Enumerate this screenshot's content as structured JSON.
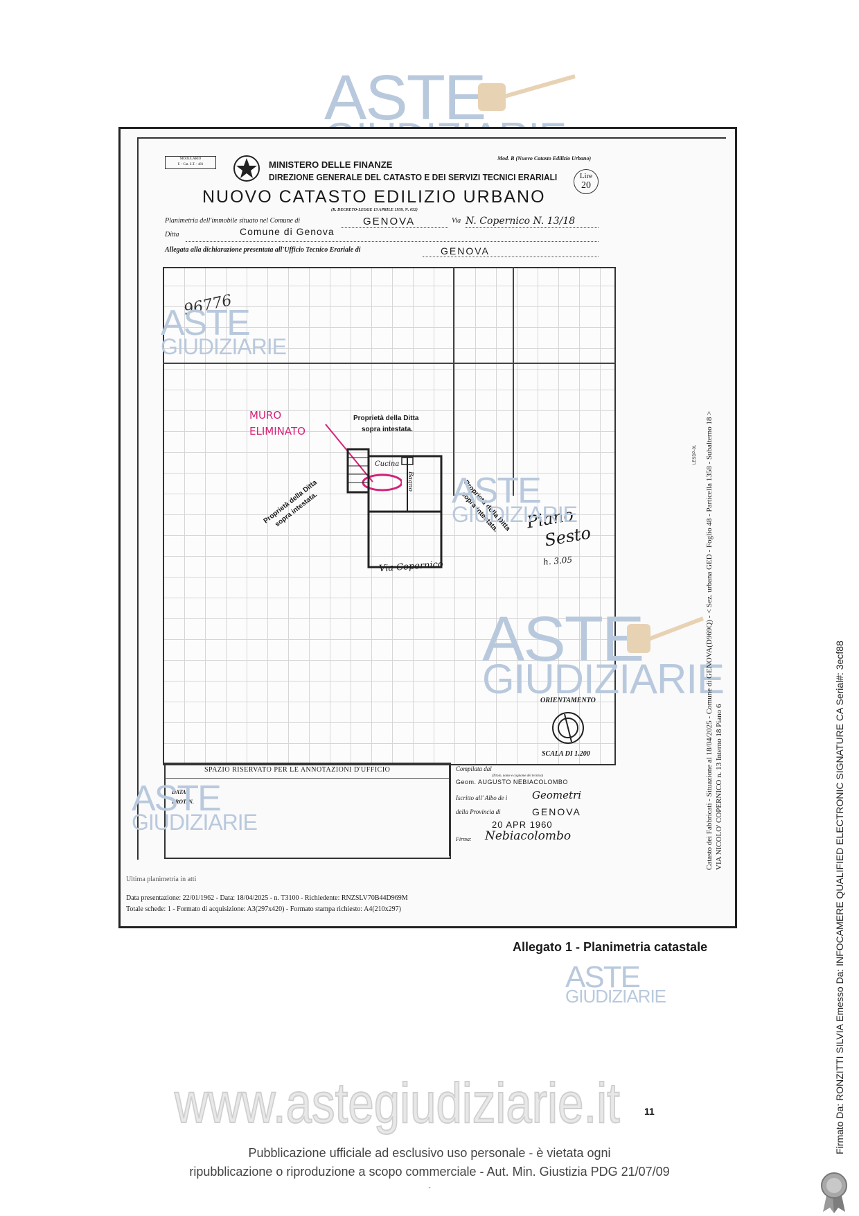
{
  "watermark": {
    "aste": "ASTE",
    "giudiziarie": "GIUDIZIARIE"
  },
  "form": {
    "modulario": "MODULARIO",
    "modulario_code": "F. - Cat. S.T. - 481",
    "ministero": "MINISTERO DELLE FINANZE",
    "direzione": "DIREZIONE GENERALE DEL CATASTO E DEI SERVIZI TECNICI ERARIALI",
    "mod": "Mod. B (Nuovo Catasto Edilizio Urbano)",
    "lire": "Lire",
    "lire_value": "20",
    "title": "NUOVO CATASTO EDILIZIO URBANO",
    "decreto": "(R. DECRETO-LEGGE 13 APRILE 1939, N. 652)",
    "planimetria_label": "Planimetria dell'immobile situato nel Comune di",
    "comune": "GENOVA",
    "via_label": "Via",
    "via_value": "N. Copernico N. 13/18",
    "ditta_label": "Ditta",
    "ditta_value": "Comune di Genova",
    "allegata_label": "Allegata alla dichiarazione presentata all'Ufficio Tecnico Erariale di",
    "allegata_value": "GENOVA"
  },
  "plan": {
    "number": "96776",
    "muro": "MURO",
    "eliminato": "ELIMINATO",
    "proprieta_top_1": "Proprietà della Ditta",
    "proprieta_top_2": "sopra intestata.",
    "proprieta_left_1": "Proprietà della Ditta",
    "proprieta_left_2": "sopra intestata.",
    "proprieta_right_1": "Proprietà della Ditta",
    "proprieta_right_2": "sopra intestata.",
    "room_1": "Cucina",
    "room_2": "Bagno",
    "piano": "Piano",
    "sesto": "Sesto",
    "altezza": "h. 3.05",
    "via": "Via Copernico",
    "orientamento": "ORIENTAMENTO",
    "scala": "SCALA DI 1.200"
  },
  "annotations": {
    "spazio": "SPAZIO RISERVATO PER LE ANNOTAZIONI D'UFFICIO",
    "data": "DATA",
    "prot": "PROT. N.",
    "compilata": "Compilata dal",
    "titolo": "(Titolo, nome e cognome del tecnico)",
    "geom": "Geom. AUGUSTO NEBIACOLOMBO",
    "iscritto": "Iscritto all' Albo de i",
    "geometri": "Geometri",
    "provincia": "della Provincia di",
    "provincia_value": "GENOVA",
    "data_value": "20 APR 1960",
    "firma": "Firma:",
    "firma_value": "Nebiacolombo"
  },
  "doc_footer": {
    "ultima": "Ultima planimetria in atti",
    "line1": "Data presentazione: 22/01/1962 - Data: 18/04/2025 - n. T3100 - Richiedente: RNZSLV70B44D969M",
    "line2": "Totale schede: 1 - Formato di acquisizione: A3(297x420) - Formato stampa richiesto: A4(210x297)"
  },
  "side_catasto": {
    "line1": "Catasto dei Fabbricati - Situazione al 18/04/2025 - Comune di GENOVA(D969Q) - < Sez. urbana GED - Foglio 48 - Particella 1358 - Subalterno 18 >",
    "line2": "VIA NICOLO' COPERNICO n. 13 Interno 18 Piano 6",
    "small": "LESDP-01"
  },
  "caption": "Allegato 1 - Planimetria catastale",
  "website": "www.astegiudiziarie.it",
  "page_number": "11",
  "footer_line1": "Pubblicazione ufficiale ad esclusivo uso personale - è vietata ogni",
  "footer_line2": "ripubblicazione o riproduzione a scopo commerciale - Aut. Min. Giustizia PDG 21/07/09",
  "footer_dash": "-",
  "signature": "Firmato Da: RONZITTI SILVIA Emesso Da: INFOCAMERE QUALIFIED ELECTRONIC SIGNATURE CA Serial#: 3ecf88",
  "colors": {
    "watermark": "#b9c9dd",
    "magenta": "#d4237a",
    "frame": "#222222"
  }
}
